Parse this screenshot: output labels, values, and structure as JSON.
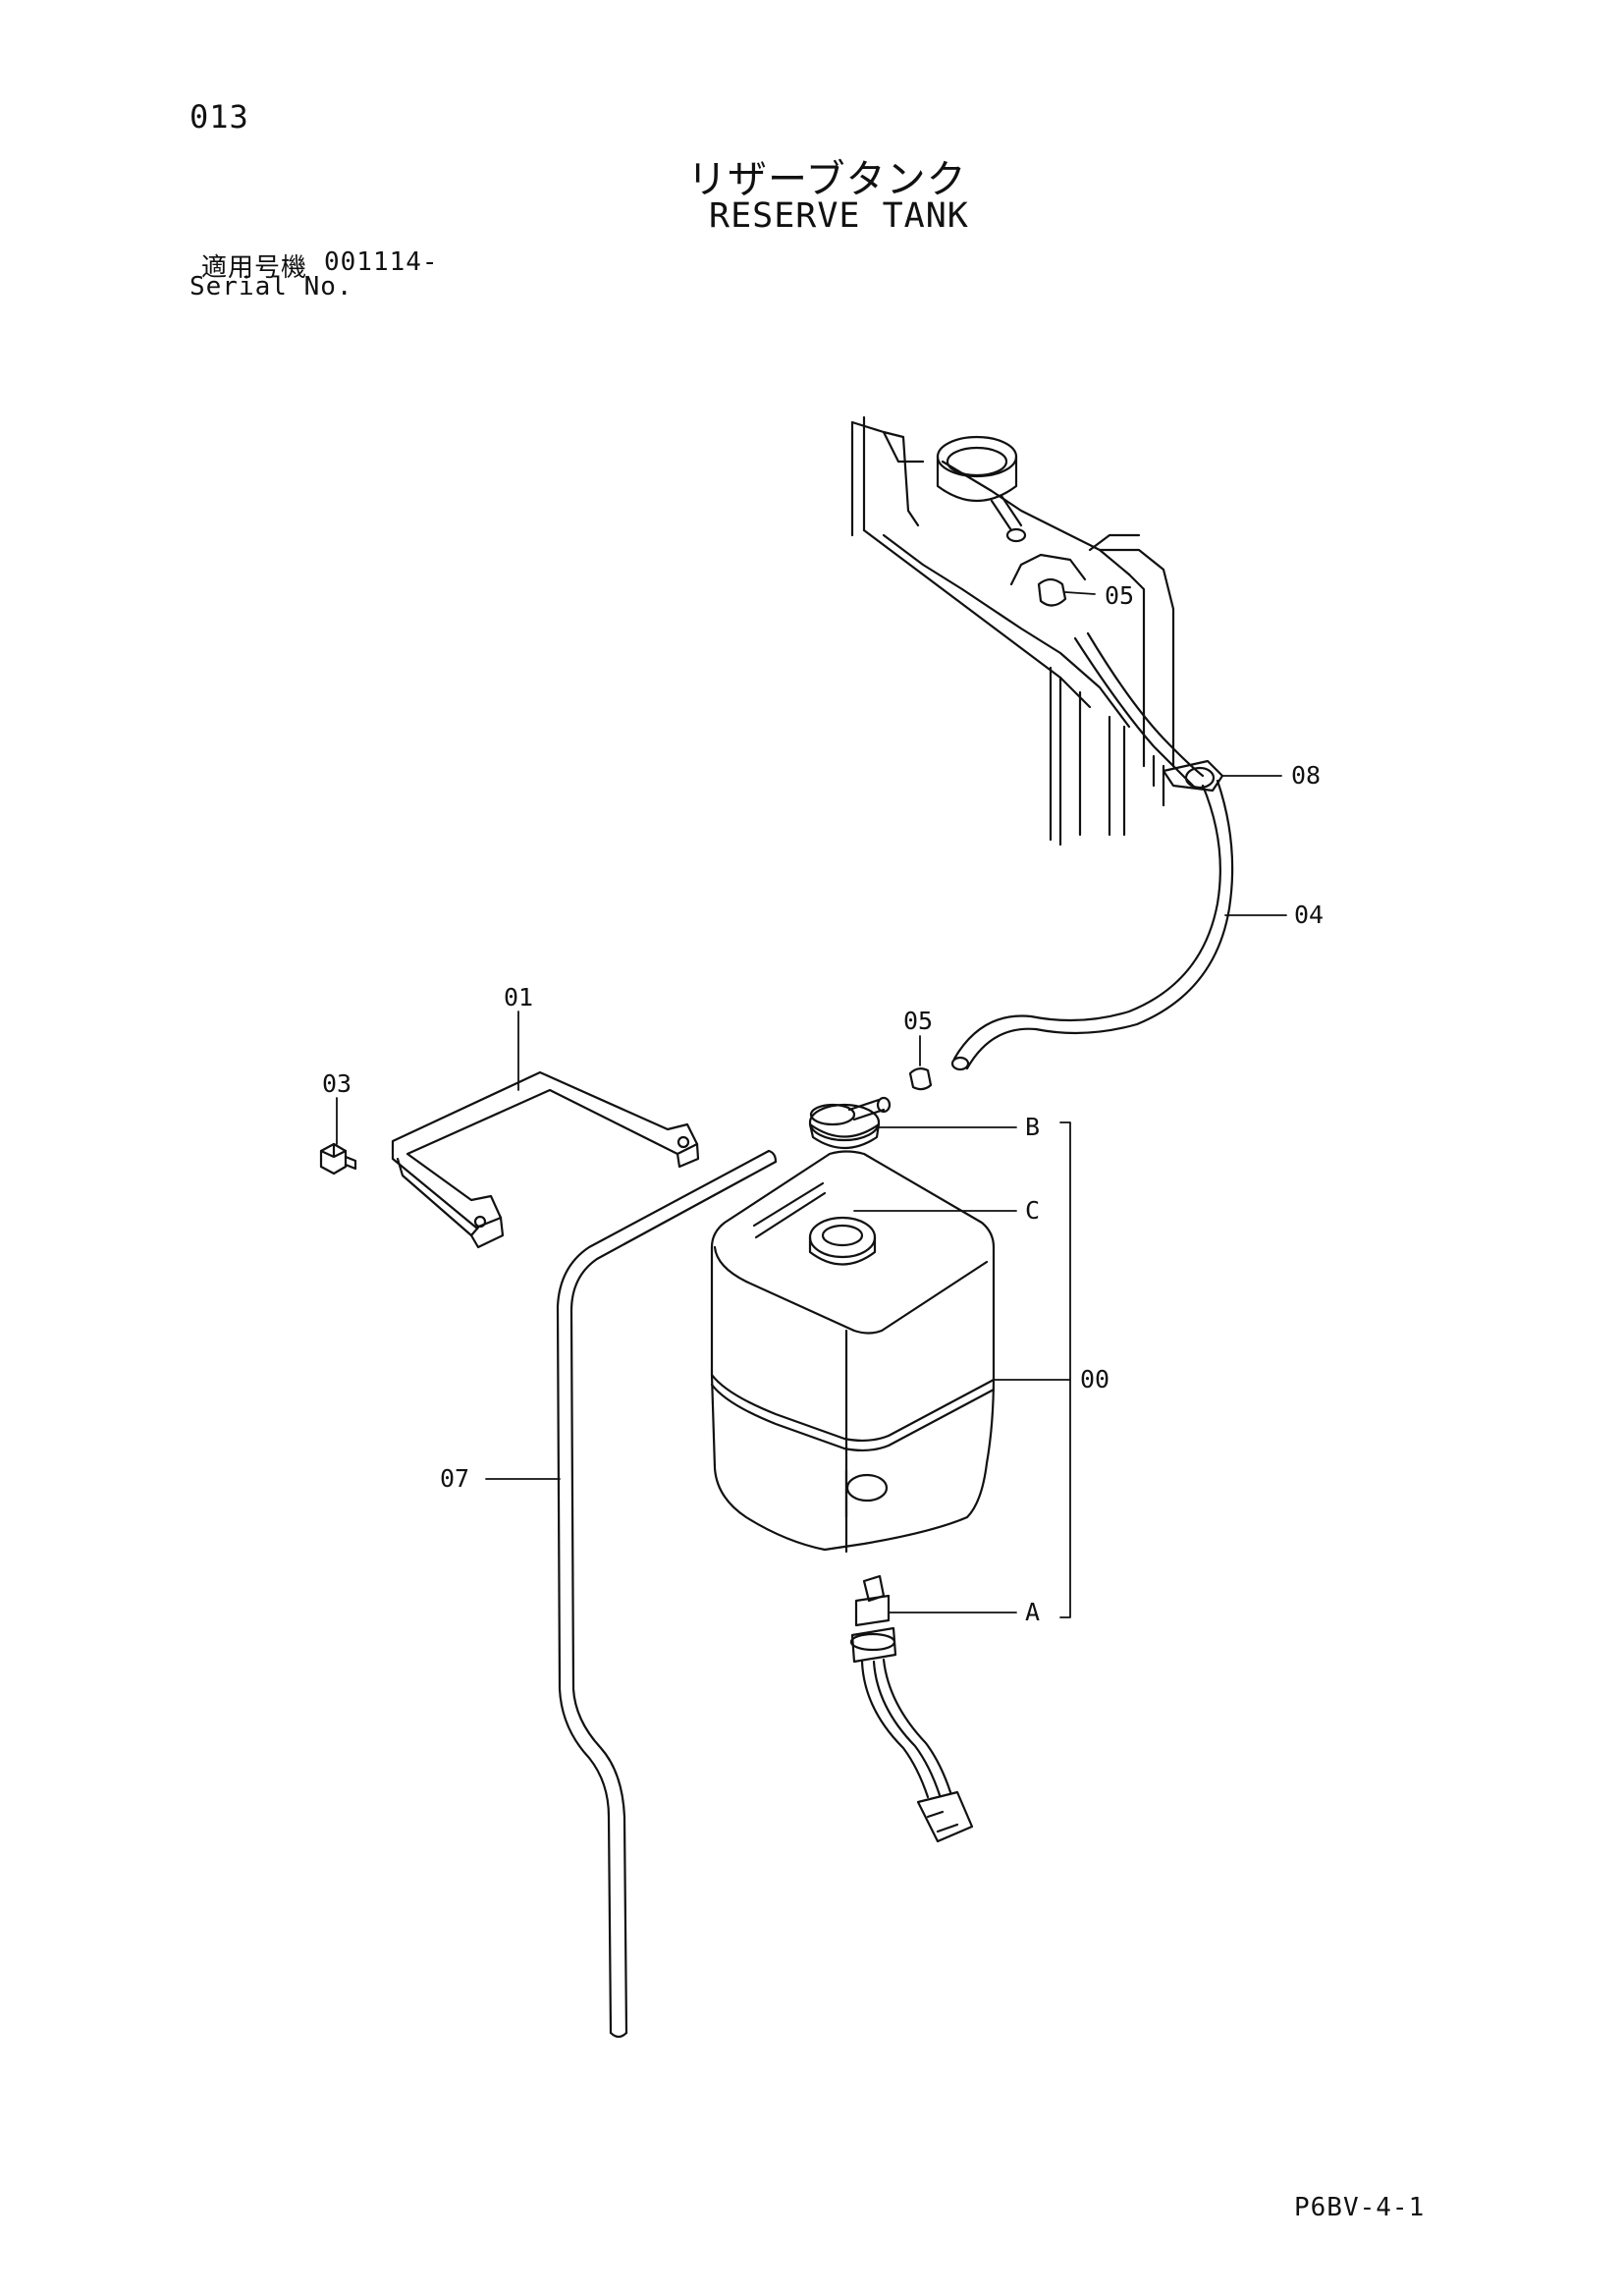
{
  "header": {
    "page_number": "013",
    "title_jp": "リザーブタンク",
    "title_en": "RESERVE TANK",
    "serial_label_jp": "適用号機",
    "serial_value": "001114-",
    "serial_label_en": "Serial No."
  },
  "callouts": {
    "c05_top": "05",
    "c08": "08",
    "c04": "04",
    "c01": "01",
    "c05_mid": "05",
    "c03": "03",
    "cB": "B",
    "cC": "C",
    "c00": "00",
    "c07": "07",
    "cA": "A"
  },
  "footer": {
    "doc_code": "P6BV-4-1"
  }
}
